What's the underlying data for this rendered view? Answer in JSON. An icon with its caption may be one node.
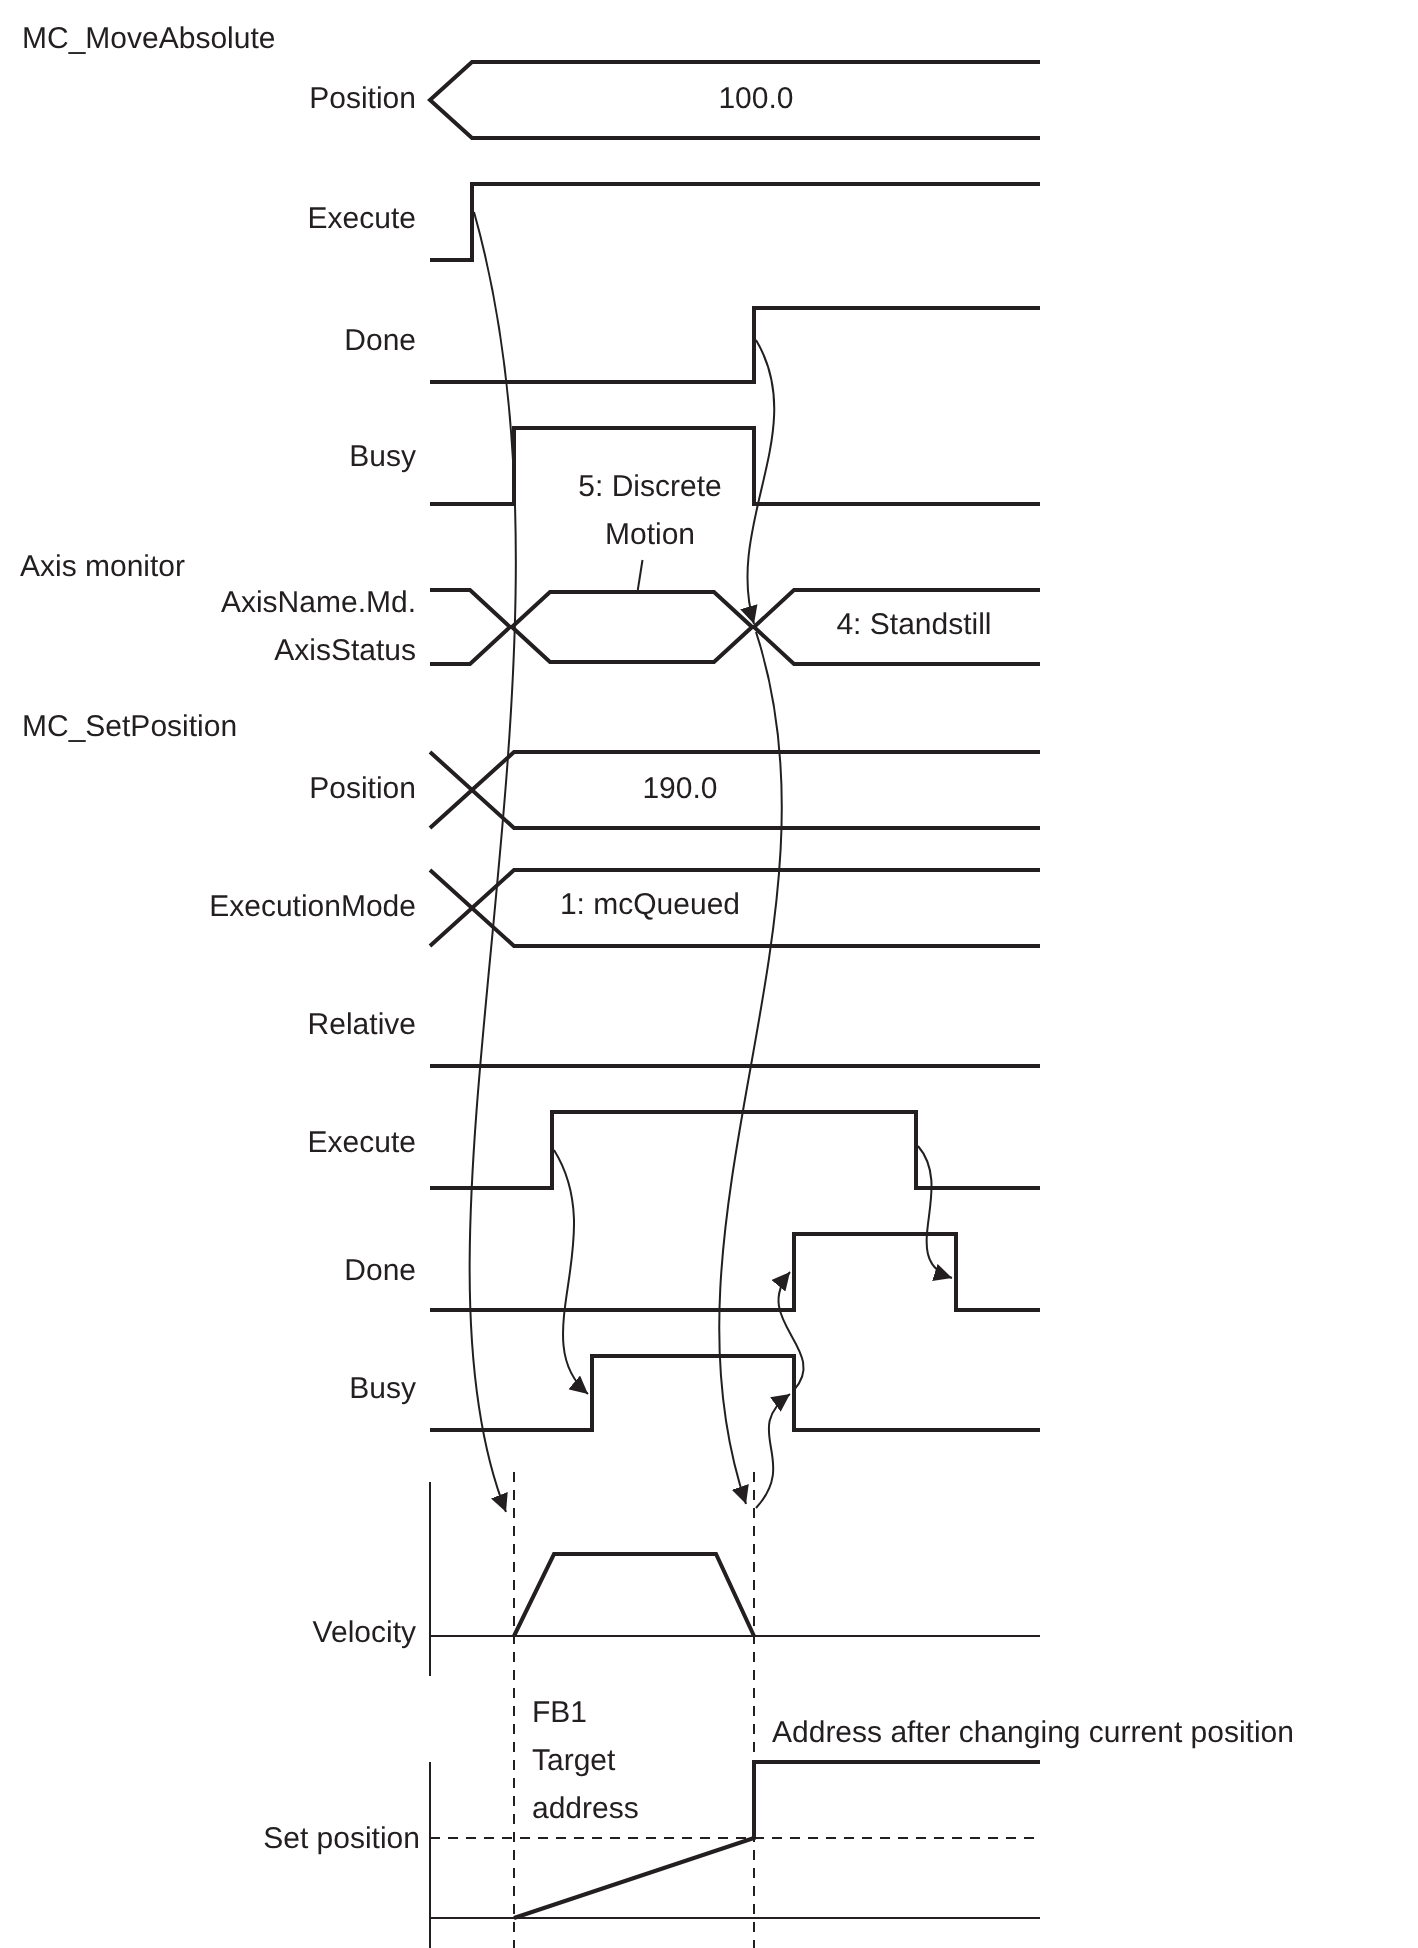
{
  "diagram": {
    "nodes": [
      {
        "text": [
          "5: Discrete Motion"
        ]
      },
      {
        "text": [],
        "shape": "hexagon"
      }
    ],
    "edges": [
      {
        "from": 0,
        "to": 1,
        "arrow": "none"
      }
    ],
    "labels": [
      "MC_MoveAbsolute",
      "Position",
      "100.0",
      "Execute",
      "Done",
      "Busy",
      "Axis monitor",
      "AxisName.Md. AxisStatus",
      "4: Standstill",
      "MC_SetPosition",
      "Position",
      "190.0",
      "ExecutionMode",
      "1: mcQueued",
      "Relative",
      "Execute",
      "Done",
      "Busy",
      "Velocity",
      "FB1 Target address",
      "Address after changing current position",
      "Set position"
    ]
  }
}
